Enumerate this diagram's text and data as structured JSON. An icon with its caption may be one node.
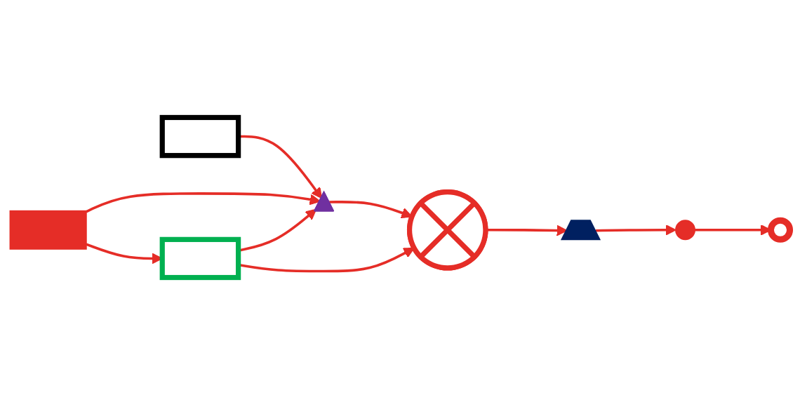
{
  "diagram": {
    "nodes": [
      {
        "text": [],
        "shape": "bar"
      },
      {
        "text": [],
        "shape": "bar"
      },
      {
        "text": [],
        "shape": "bar"
      },
      {
        "text": [],
        "shape": "triangle"
      },
      {
        "text": [],
        "shape": "circle"
      },
      {
        "text": [],
        "shape": "trapezoid"
      },
      {
        "text": [],
        "shape": "circle"
      },
      {
        "text": [],
        "shape": "circle"
      }
    ],
    "edges": [
      {
        "from": 0,
        "to": 3,
        "arrow": "to"
      },
      {
        "from": 1,
        "to": 3,
        "arrow": "to"
      },
      {
        "from": 1,
        "to": 2,
        "arrow": "to"
      },
      {
        "from": 2,
        "to": 3,
        "arrow": "to"
      },
      {
        "from": 2,
        "to": 4,
        "arrow": "to"
      },
      {
        "from": 3,
        "to": 4,
        "arrow": "to"
      },
      {
        "from": 4,
        "to": 5,
        "arrow": "to"
      },
      {
        "from": 5,
        "to": 6,
        "arrow": "to"
      },
      {
        "from": 6,
        "to": 7,
        "arrow": "to"
      }
    ]
  }
}
